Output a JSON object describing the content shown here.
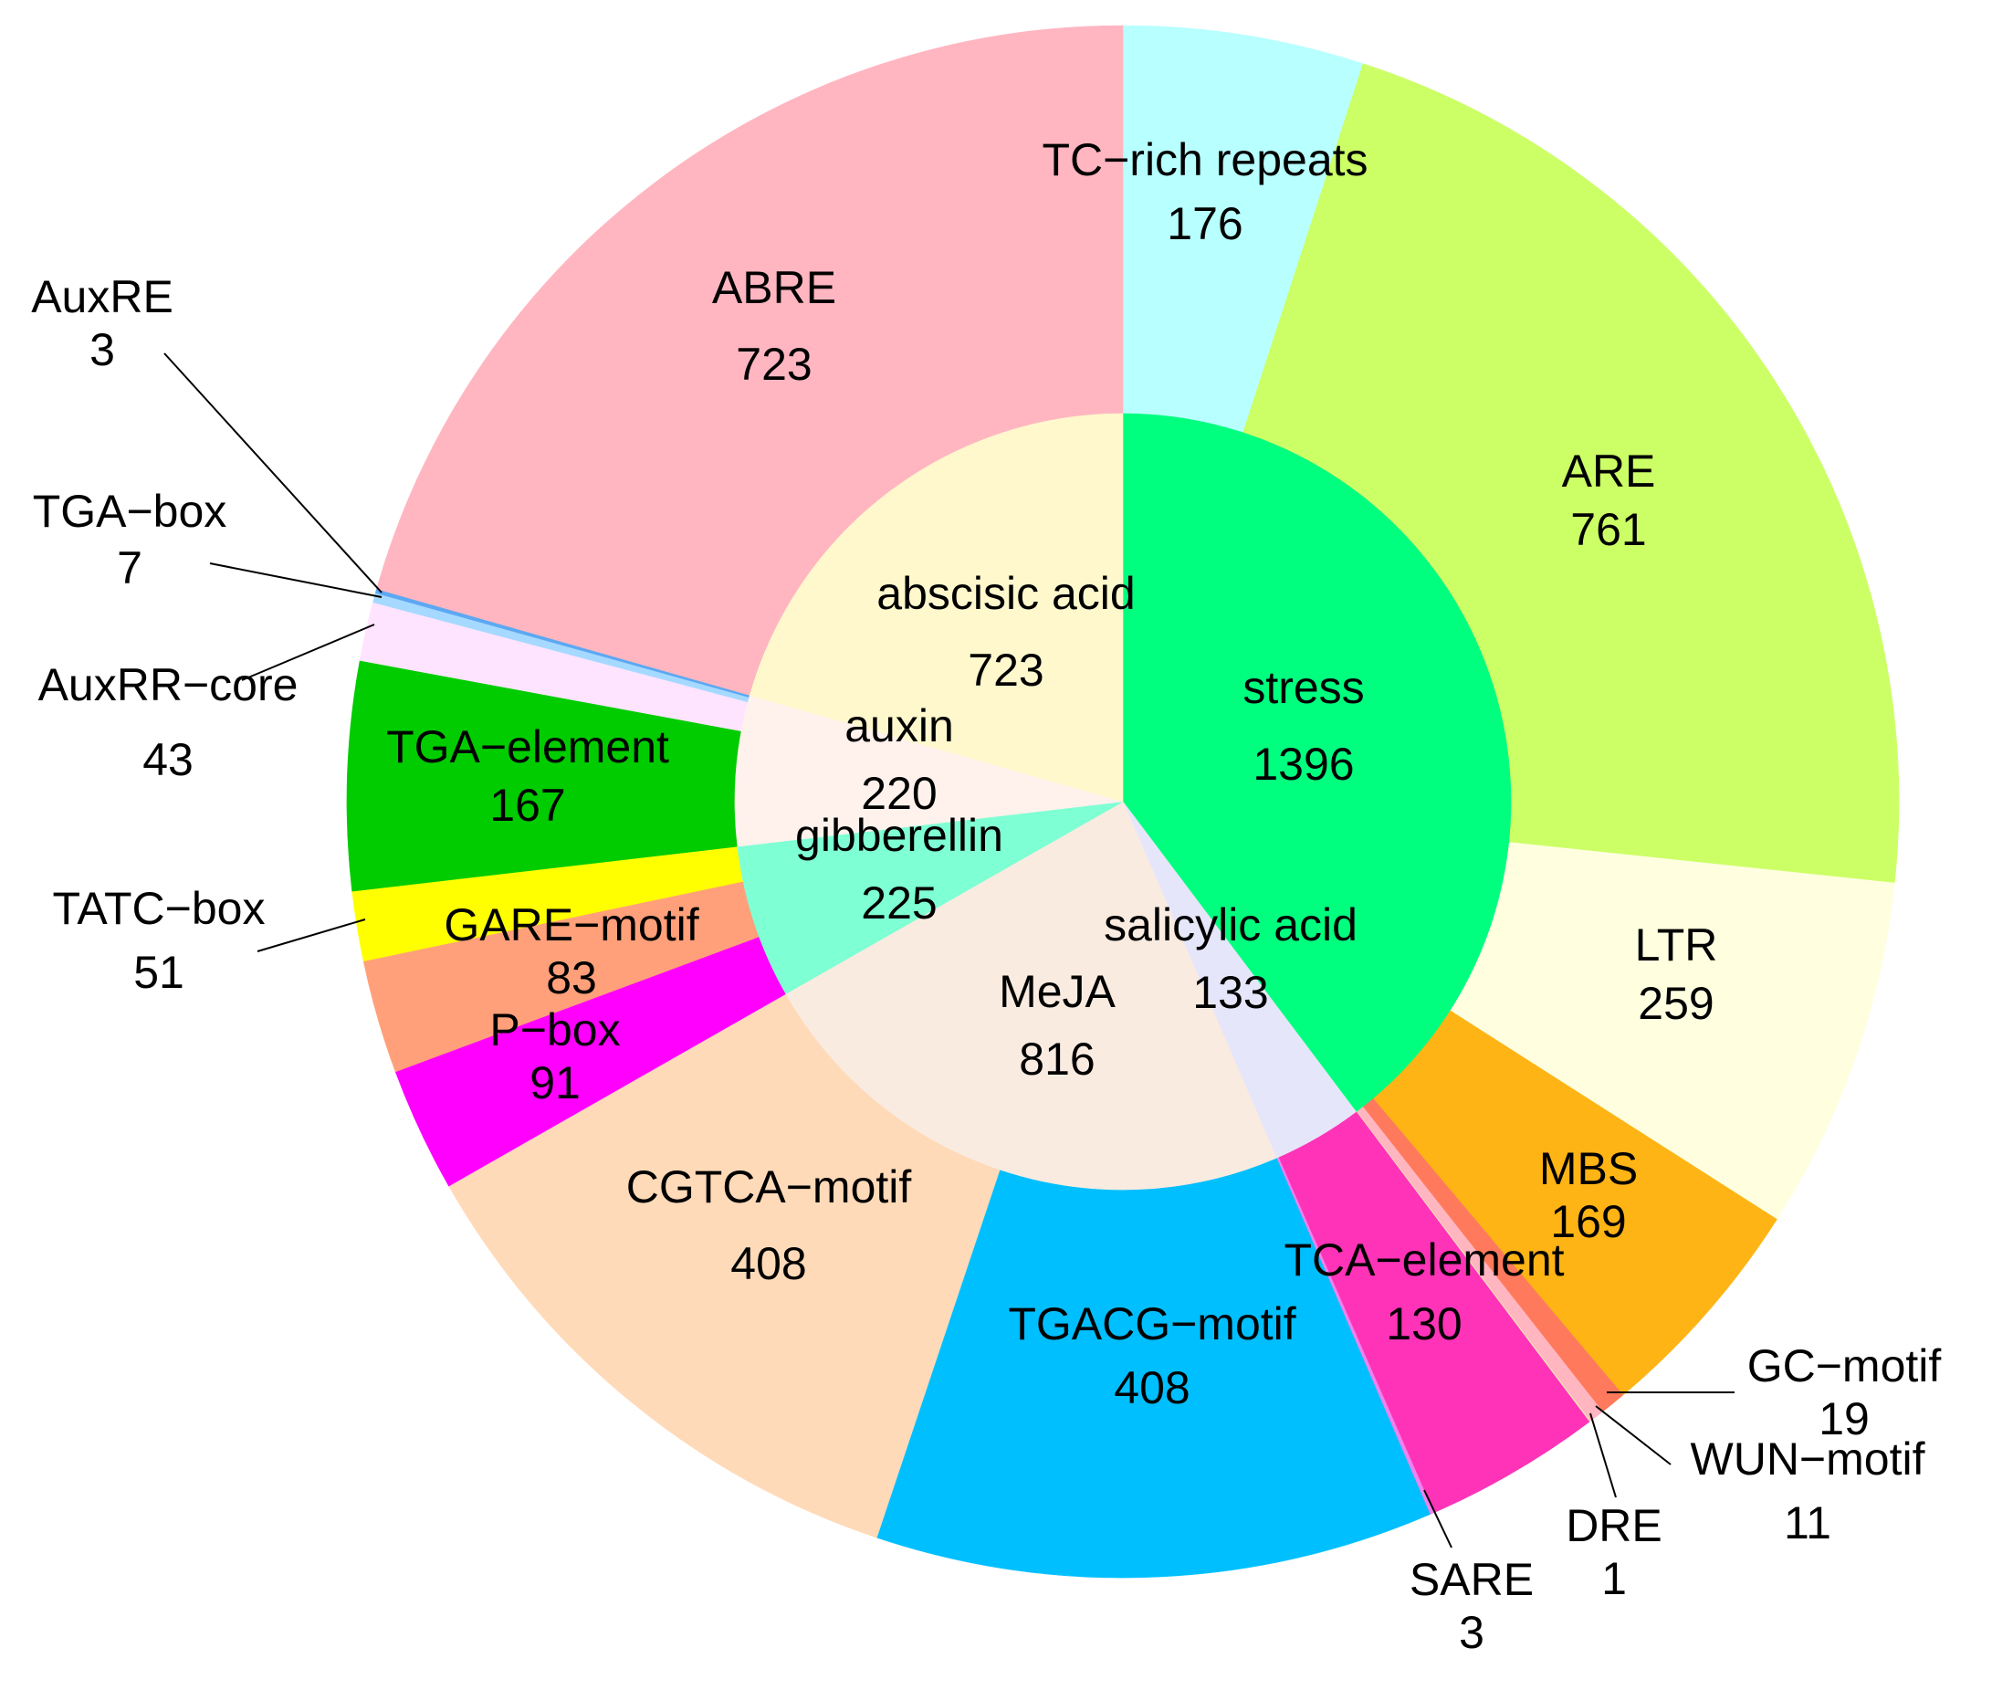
{
  "chart_data": {
    "type": "pie",
    "variant": "sunburst",
    "title": "",
    "inner": [
      {
        "label": "stress",
        "value": 1396,
        "color": "#00FF7F"
      },
      {
        "label": "salicylic acid",
        "value": 133,
        "color": "#E6E6FA"
      },
      {
        "label": "MeJA",
        "value": 816,
        "color": "#FAEBE0"
      },
      {
        "label": "gibberellin",
        "value": 225,
        "color": "#7FFFD4"
      },
      {
        "label": "auxin",
        "value": 220,
        "color": "#FFF2EC"
      },
      {
        "label": "abscisic acid",
        "value": 723,
        "color": "#FFF8CD"
      }
    ],
    "outer": [
      {
        "label": "TC−rich repeats",
        "value": 176,
        "parent": "stress",
        "color": "#B8FFFF"
      },
      {
        "label": "ARE",
        "value": 761,
        "parent": "stress",
        "color": "#CCFF66"
      },
      {
        "label": "LTR",
        "value": 259,
        "parent": "stress",
        "color": "#FFFFE0"
      },
      {
        "label": "MBS",
        "value": 169,
        "parent": "stress",
        "color": "#FFB415"
      },
      {
        "label": "GC−motif",
        "value": 19,
        "parent": "stress",
        "color": "#FF7A5C"
      },
      {
        "label": "WUN−motif",
        "value": 11,
        "parent": "stress",
        "color": "#FFB6C1"
      },
      {
        "label": "DRE",
        "value": 1,
        "parent": "stress",
        "color": "#F5DEB3"
      },
      {
        "label": "TCA−element",
        "value": 130,
        "parent": "salicylic acid",
        "color": "#FF33B8"
      },
      {
        "label": "SARE",
        "value": 3,
        "parent": "salicylic acid",
        "color": "#EE82EE"
      },
      {
        "label": "TGACG−motif",
        "value": 408,
        "parent": "MeJA",
        "color": "#00BFFF"
      },
      {
        "label": "CGTCA−motif",
        "value": 408,
        "parent": "MeJA",
        "color": "#FFDAB9"
      },
      {
        "label": "P−box",
        "value": 91,
        "parent": "gibberellin",
        "color": "#FF00FF"
      },
      {
        "label": "GARE−motif",
        "value": 83,
        "parent": "gibberellin",
        "color": "#FFA07A"
      },
      {
        "label": "TATC−box",
        "value": 51,
        "parent": "gibberellin",
        "color": "#FFFF00"
      },
      {
        "label": "TGA−element",
        "value": 167,
        "parent": "auxin",
        "color": "#00CC00"
      },
      {
        "label": "AuxRR−core",
        "value": 43,
        "parent": "auxin",
        "color": "#FFE4FF"
      },
      {
        "label": "TGA−box",
        "value": 7,
        "parent": "auxin",
        "color": "#A6D9FF"
      },
      {
        "label": "AuxRE",
        "value": 3,
        "parent": "auxin",
        "color": "#5CA8F2"
      },
      {
        "label": "ABRE",
        "value": 723,
        "parent": "abscisic acid",
        "color": "#FFB6C1"
      }
    ]
  }
}
